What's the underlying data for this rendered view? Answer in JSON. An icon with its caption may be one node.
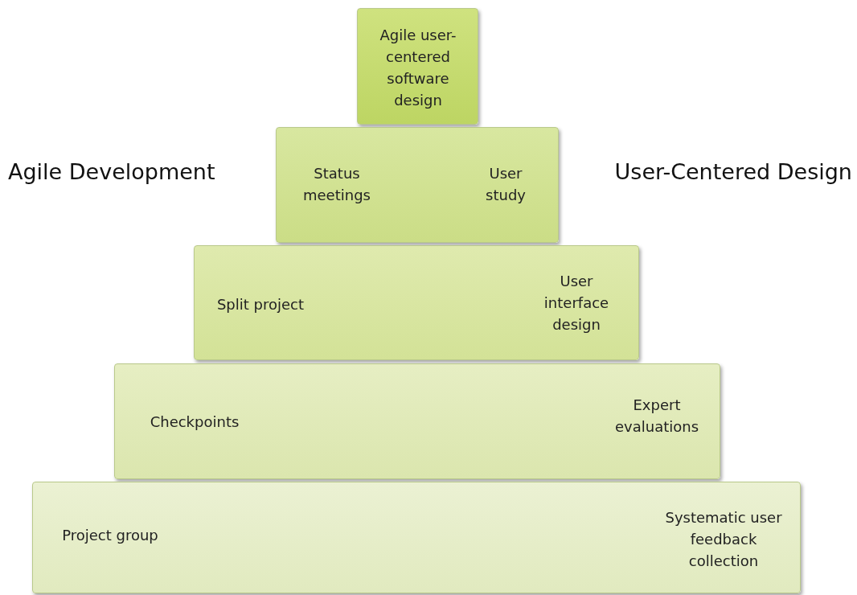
{
  "diagram": {
    "nodes": [
      {
        "text": [
          "Agile user-centered software design"
        ]
      },
      {
        "text": [
          "Status meetings",
          "User study"
        ]
      },
      {
        "text": [
          "Split project",
          "User interface design"
        ]
      },
      {
        "text": [
          "Checkpoints",
          "Expert evaluations"
        ]
      },
      {
        "text": [
          "Project group",
          "Systematic user feedback collection"
        ]
      }
    ],
    "labels": [
      "Agile Development",
      "User-Centered Design"
    ]
  }
}
